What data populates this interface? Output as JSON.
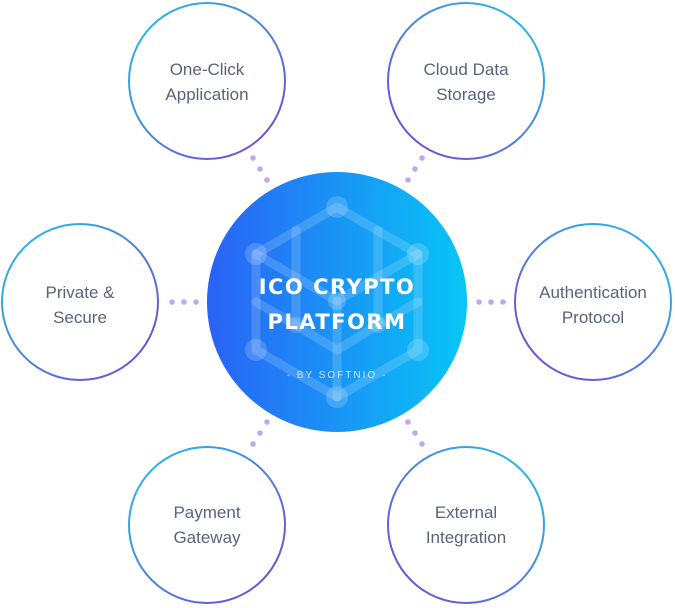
{
  "hub": {
    "title_line1": "ICO CRYPTO",
    "title_line2": "PLATFORM",
    "subtitle": "- BY SOFTNIO -"
  },
  "features": [
    {
      "line1": "One-Click",
      "line2": "Application"
    },
    {
      "line1": "Cloud Data",
      "line2": "Storage"
    },
    {
      "line1": "Private &",
      "line2": "Secure"
    },
    {
      "line1": "Authentication",
      "line2": "Protocol"
    },
    {
      "line1": "Payment",
      "line2": "Gateway"
    },
    {
      "line1": "External",
      "line2": "Integration"
    }
  ],
  "colors": {
    "hub_gradient_start": "#2a62f5",
    "hub_gradient_end": "#08c6f5",
    "ring_gradient_start": "#20c4e6",
    "ring_gradient_end": "#7b3fd6",
    "label_text": "#5a6478",
    "connector_dots": "#c3a6ee"
  }
}
